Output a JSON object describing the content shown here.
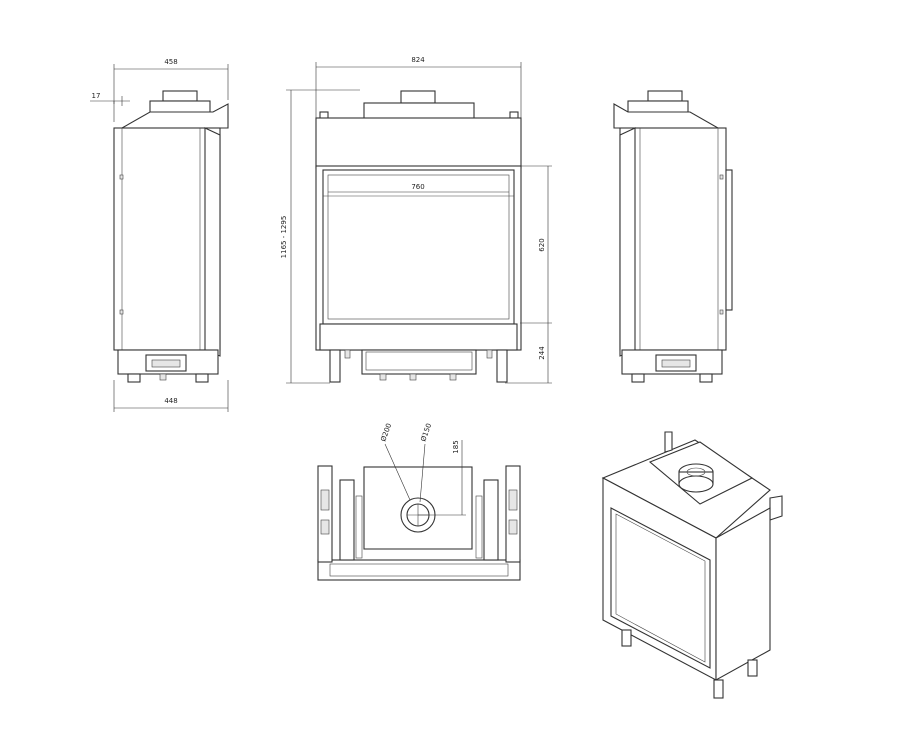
{
  "dimensions": {
    "side_depth_top": "458",
    "side_flue_offset": "17",
    "side_depth_bottom": "448",
    "front_width": "824",
    "front_height": "1165 - 1295",
    "glass_width": "760",
    "glass_height": "620",
    "base_height": "244",
    "top_outer_flue": "Ø200",
    "top_inner_flue": "Ø150",
    "top_flue_offset": "185"
  },
  "views": [
    "side-view-left",
    "front-view",
    "side-view-right",
    "top-view",
    "isometric-view"
  ],
  "colors": {
    "line": "#333333",
    "background": "#ffffff"
  }
}
